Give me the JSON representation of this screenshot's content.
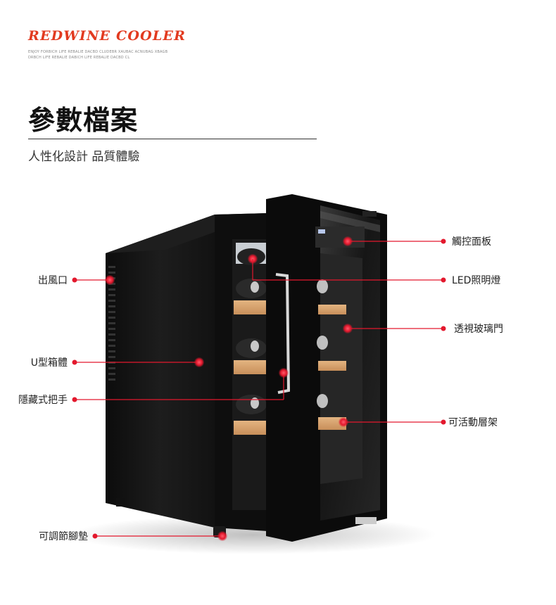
{
  "header": {
    "brand": "REDWINE COOLER",
    "brand_sub_line1": "ENJOY FORBICH LIFE REBALIE DACBD CLUDEBR XAUBAC ACNUBAG XBAGB",
    "brand_sub_line2": "DRBCH LIFE REBALIE DABICH LIFE REBALIE DACBD CL",
    "title": "參數檔案",
    "subtitle": "人性化設計 品質體驗"
  },
  "callouts": {
    "left": [
      {
        "label": "出風口"
      },
      {
        "label": "U型箱體"
      },
      {
        "label": "隱藏式把手"
      },
      {
        "label": "可調節腳墊"
      }
    ],
    "right": [
      {
        "label": "觸控面板"
      },
      {
        "label": "LED照明燈"
      },
      {
        "label": "透視玻璃門"
      },
      {
        "label": "可活動層架"
      }
    ]
  },
  "colors": {
    "brand": "#e23a1f",
    "marker": "#e3182d",
    "cabinet": "#141414"
  }
}
